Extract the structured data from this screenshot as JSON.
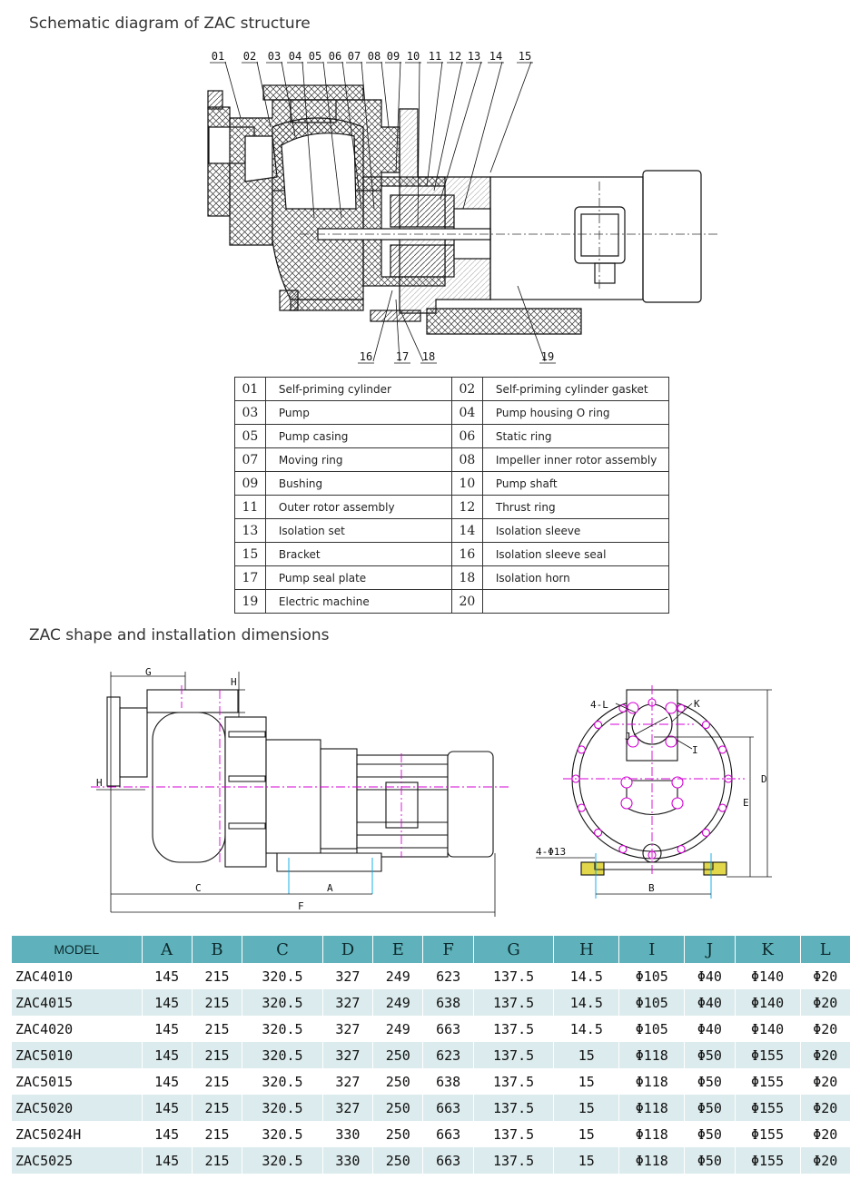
{
  "titles": {
    "structure": "Schematic diagram of ZAC structure",
    "dimensions": "ZAC shape and installation dimensions"
  },
  "callouts_top": [
    "01",
    "02",
    "03",
    "04",
    "05",
    "06",
    "07",
    "08",
    "09",
    "10",
    "11",
    "12",
    "13",
    "14",
    "15"
  ],
  "callouts_bottom": [
    "16",
    "17",
    "18",
    "19"
  ],
  "parts": [
    {
      "no": "01",
      "name": "Self-priming cylinder"
    },
    {
      "no": "02",
      "name": "Self-priming cylinder gasket"
    },
    {
      "no": "03",
      "name": "Pump"
    },
    {
      "no": "04",
      "name": "Pump housing O ring"
    },
    {
      "no": "05",
      "name": "Pump casing"
    },
    {
      "no": "06",
      "name": "Static ring"
    },
    {
      "no": "07",
      "name": "Moving ring"
    },
    {
      "no": "08",
      "name": "Impeller inner rotor assembly"
    },
    {
      "no": "09",
      "name": "Bushing"
    },
    {
      "no": "10",
      "name": "Pump shaft"
    },
    {
      "no": "11",
      "name": "Outer rotor assembly"
    },
    {
      "no": "12",
      "name": "Thrust ring"
    },
    {
      "no": "13",
      "name": "Isolation set"
    },
    {
      "no": "14",
      "name": "Isolation sleeve"
    },
    {
      "no": "15",
      "name": "Bracket"
    },
    {
      "no": "16",
      "name": "Isolation sleeve seal"
    },
    {
      "no": "17",
      "name": "Pump seal plate"
    },
    {
      "no": "18",
      "name": "Isolation horn"
    },
    {
      "no": "19",
      "name": "Electric machine"
    },
    {
      "no": "20",
      "name": ""
    }
  ],
  "dim_labels": {
    "G": "G",
    "H": "H",
    "H2": "H",
    "C": "C",
    "A": "A",
    "F": "F",
    "L": "4-L",
    "K": "K",
    "J": "J",
    "I": "I",
    "holes": "4-Φ13",
    "B": "B",
    "E": "E",
    "D": "D"
  },
  "dim_table": {
    "headers": [
      "MODEL",
      "A",
      "B",
      "C",
      "D",
      "E",
      "F",
      "G",
      "H",
      "I",
      "J",
      "K",
      "L"
    ],
    "rows": [
      [
        "ZAC4010",
        "145",
        "215",
        "320.5",
        "327",
        "249",
        "623",
        "137.5",
        "14.5",
        "Φ105",
        "Φ40",
        "Φ140",
        "Φ20"
      ],
      [
        "ZAC4015",
        "145",
        "215",
        "320.5",
        "327",
        "249",
        "638",
        "137.5",
        "14.5",
        "Φ105",
        "Φ40",
        "Φ140",
        "Φ20"
      ],
      [
        "ZAC4020",
        "145",
        "215",
        "320.5",
        "327",
        "249",
        "663",
        "137.5",
        "14.5",
        "Φ105",
        "Φ40",
        "Φ140",
        "Φ20"
      ],
      [
        "ZAC5010",
        "145",
        "215",
        "320.5",
        "327",
        "250",
        "623",
        "137.5",
        "15",
        "Φ118",
        "Φ50",
        "Φ155",
        "Φ20"
      ],
      [
        "ZAC5015",
        "145",
        "215",
        "320.5",
        "327",
        "250",
        "638",
        "137.5",
        "15",
        "Φ118",
        "Φ50",
        "Φ155",
        "Φ20"
      ],
      [
        "ZAC5020",
        "145",
        "215",
        "320.5",
        "327",
        "250",
        "663",
        "137.5",
        "15",
        "Φ118",
        "Φ50",
        "Φ155",
        "Φ20"
      ],
      [
        "ZAC5024H",
        "145",
        "215",
        "320.5",
        "330",
        "250",
        "663",
        "137.5",
        "15",
        "Φ118",
        "Φ50",
        "Φ155",
        "Φ20"
      ],
      [
        "ZAC5025",
        "145",
        "215",
        "320.5",
        "330",
        "250",
        "663",
        "137.5",
        "15",
        "Φ118",
        "Φ50",
        "Φ155",
        "Φ20"
      ]
    ]
  },
  "colors": {
    "header_bg": "#5fb2bb",
    "alt_row_bg": "#dcebed",
    "center_line": "#d400d4",
    "dim_line": "#00a8e8",
    "foot_fill": "#e2d64a"
  }
}
